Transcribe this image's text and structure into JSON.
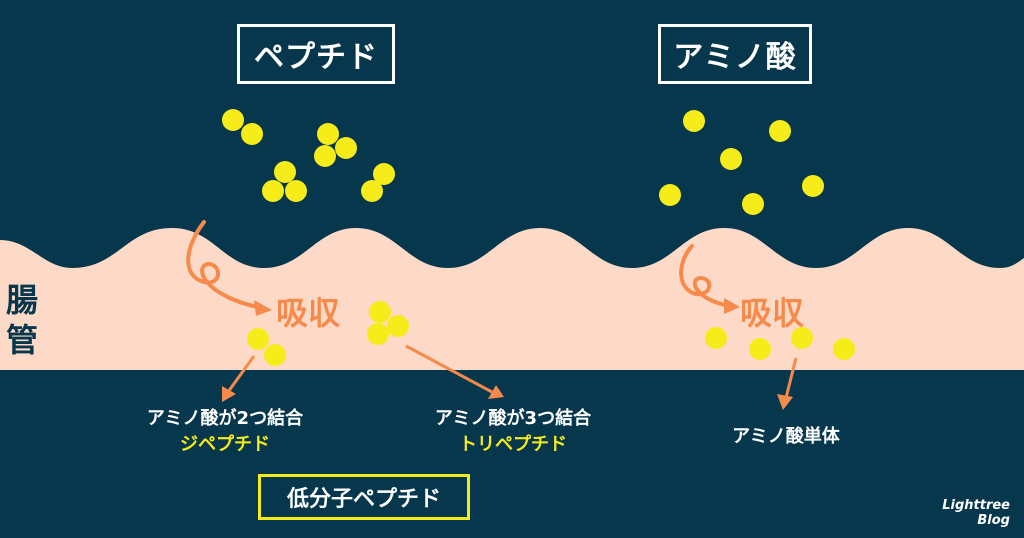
{
  "titles": {
    "peptide": "ペプチド",
    "amino_acid": "アミノ酸"
  },
  "intestine_label": "腸管",
  "absorb_label": "吸収",
  "labels": {
    "di_desc": "アミノ酸が2つ結合",
    "di_name": "ジペプチド",
    "tri_desc": "アミノ酸が3つ結合",
    "tri_name": "トリペプチド",
    "single": "アミノ酸単体"
  },
  "low_mw_box": "低分子ペプチド",
  "logo": {
    "line1": "Lighttree",
    "line2": "Blog"
  },
  "colors": {
    "background": "#06374c",
    "intestine": "#fddac7",
    "molecule": "#f5ec1a",
    "arrow": "#f58a4b",
    "highlight_text": "#f5ec1a"
  }
}
